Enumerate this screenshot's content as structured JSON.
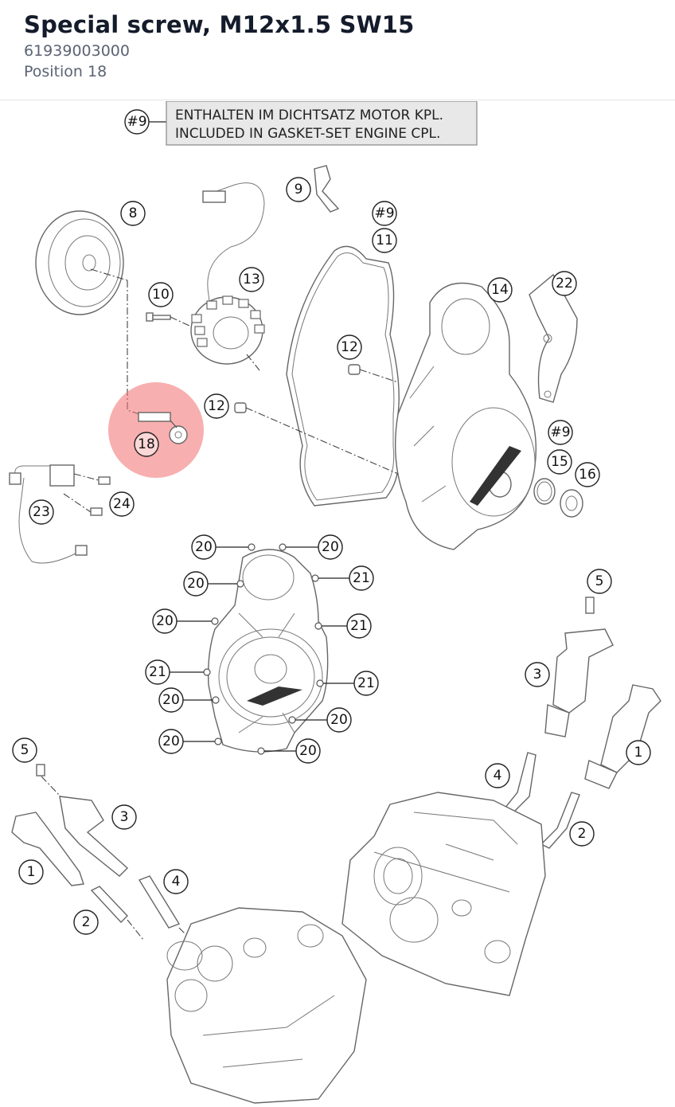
{
  "header": {
    "title": "Special screw, M12x1.5 SW15",
    "part_number": "61939003000",
    "position": "Position 18"
  },
  "diagram": {
    "note_ref": "#9",
    "note_line1": "ENTHALTEN IM DICHTSATZ MOTOR KPL.",
    "note_line2": "INCLUDED IN GASKET-SET ENGINE CPL.",
    "highlight_color": "#f26d6d",
    "highlighted_position": "18",
    "callouts": {
      "c8": "8",
      "c9": "9",
      "c9b": "#9",
      "c11": "11",
      "c10": "10",
      "c13": "13",
      "c12a": "12",
      "c12b": "12",
      "c14": "14",
      "c22": "22",
      "c9c": "#9",
      "c15": "15",
      "c16": "16",
      "c18": "18",
      "c23": "23",
      "c24": "24",
      "c20a": "20",
      "c20b": "20",
      "c20c": "20",
      "c20d": "20",
      "c20e": "20",
      "c20f": "20",
      "c20g": "20",
      "c20h": "20",
      "c21a": "21",
      "c21b": "21",
      "c21c": "21",
      "c21d": "21",
      "c5a": "5",
      "c3a": "3",
      "c1a": "1",
      "c4a": "4",
      "c2a": "2",
      "c5b": "5",
      "c3b": "3",
      "c1b": "1",
      "c4b": "4",
      "c2b": "2"
    }
  }
}
